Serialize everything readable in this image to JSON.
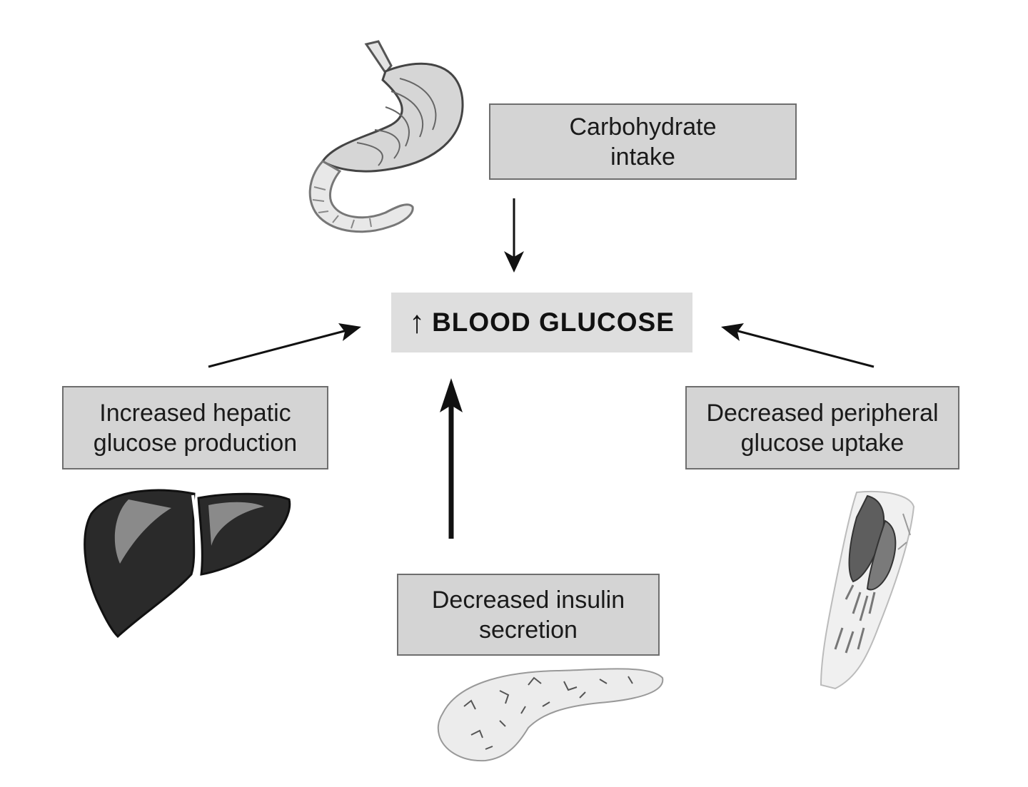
{
  "center": {
    "arrow": "↑",
    "label": "BLOOD GLUCOSE"
  },
  "boxes": {
    "carbohydrate": {
      "line1": "Carbohydrate",
      "line2": "intake"
    },
    "hepatic": {
      "line1": "Increased hepatic",
      "line2": "glucose production"
    },
    "peripheral": {
      "line1": "Decreased peripheral",
      "line2": "glucose uptake"
    },
    "insulin": {
      "line1": "Decreased insulin",
      "line2": "secretion"
    }
  },
  "icons": {
    "stomach": "stomach-icon",
    "liver": "liver-icon",
    "pancreas": "pancreas-icon",
    "muscle": "muscle-icon"
  },
  "colors": {
    "box_fill": "#d4d4d4",
    "box_border": "#6e6e6e",
    "center_fill": "#dedede"
  }
}
